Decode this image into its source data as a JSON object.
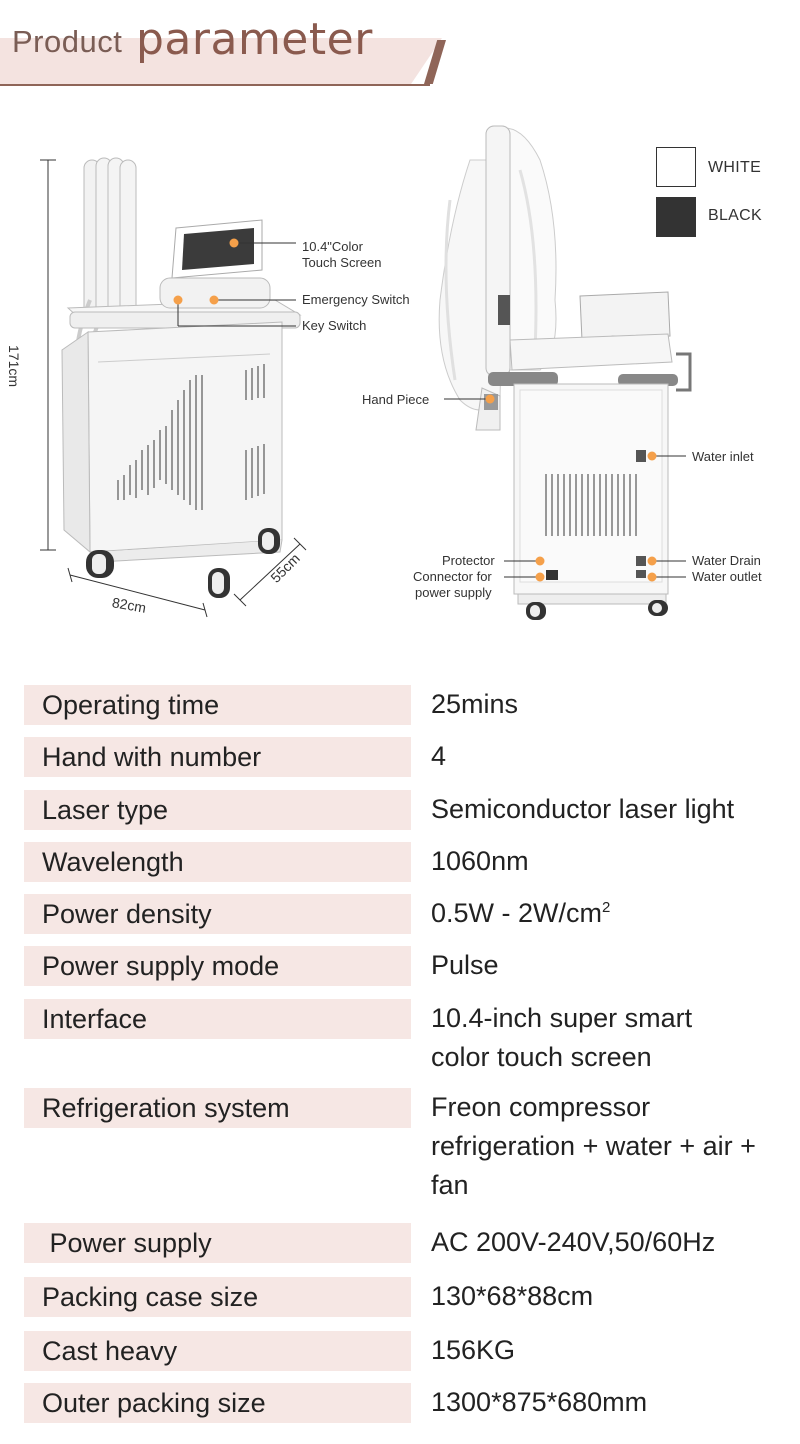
{
  "header": {
    "title_light": "Product",
    "title_bold": "parameter"
  },
  "callouts": {
    "screen_line1": "10.4\"Color",
    "screen_line2": "Touch Screen",
    "emergency_switch": "Emergency Switch",
    "key_switch": "Key Switch",
    "hand_piece": "Hand Piece",
    "water_inlet": "Water inlet",
    "protector": "Protector",
    "connector_line1": "Connector for",
    "connector_line2": "power supply",
    "water_drain": "Water Drain",
    "water_outlet": "Water outlet"
  },
  "dimensions": {
    "height": "171cm",
    "width": "82cm",
    "depth": "55cm"
  },
  "colors": {
    "options": [
      {
        "label": "WHITE",
        "hex": "#ffffff"
      },
      {
        "label": "BLACK",
        "hex": "#333333"
      }
    ],
    "accent": "#f5a04a",
    "banner": "#f4e3e0",
    "brand": "#8a5a4e"
  },
  "specs": [
    {
      "label": "Operating time",
      "value": "25mins"
    },
    {
      "label": "Hand with number",
      "value": "4"
    },
    {
      "label": "Laser type",
      "value": "Semiconductor laser light"
    },
    {
      "label": "Wavelength",
      "value": "1060nm"
    },
    {
      "label": "Power density",
      "value": "0.5W - 2W/cm",
      "value_sup": "2"
    },
    {
      "label": "Power supply mode",
      "value": "Pulse"
    },
    {
      "label": "Interface",
      "value_lines": [
        "10.4-inch super smart",
        "color touch screen"
      ]
    },
    {
      "label": "Refrigeration system",
      "value_lines": [
        "Freon compressor",
        "refrigeration + water + air +",
        "fan"
      ]
    },
    {
      "label": " Power supply",
      "value": "AC 200V-240V,50/60Hz"
    },
    {
      "label": "Packing case size",
      "value": "130*68*88cm"
    },
    {
      "label": "Cast heavy",
      "value": "156KG"
    },
    {
      "label": "Outer packing size",
      "value": "1300*875*680mm"
    }
  ]
}
